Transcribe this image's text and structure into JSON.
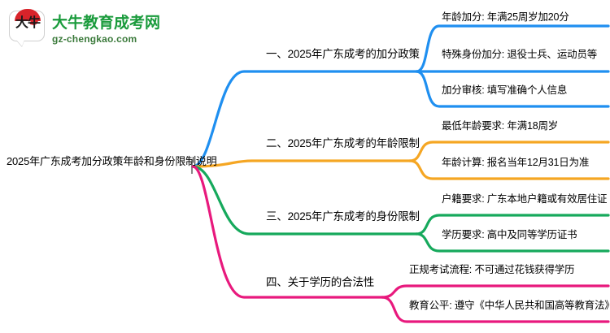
{
  "logo": {
    "mark_text": "大牛",
    "title": "大牛教育成考网",
    "subtitle": "gz-chengkao.com",
    "brand_green": "#1a9b3c",
    "brand_red": "#d8232a"
  },
  "mindmap": {
    "root": {
      "label": "2025年广东成考加分政策年龄和身份限制说明"
    },
    "branches": [
      {
        "label": "一、2025年广东成考的加分政策",
        "color": "#1f8ff0",
        "leaves": [
          {
            "label": "年龄加分: 年满25周岁加20分"
          },
          {
            "label": "特殊身份加分: 退役士兵、运动员等"
          },
          {
            "label": "加分审核: 填写准确个人信息"
          }
        ]
      },
      {
        "label": "二、2025年广东成考的年龄限制",
        "color": "#f5a623",
        "leaves": [
          {
            "label": "最低年龄要求: 年满18周岁"
          },
          {
            "label": "年龄计算: 报名当年12月31日为准"
          }
        ]
      },
      {
        "label": "三、2025年广东成考的身份限制",
        "color": "#16a95c",
        "leaves": [
          {
            "label": "户籍要求: 广东本地户籍或有效居住证"
          },
          {
            "label": "学历要求: 高中及同等学历证书"
          }
        ]
      },
      {
        "label": "四、关于学历的合法性",
        "color": "#e8197d",
        "leaves": [
          {
            "label": "正规考试流程: 不可通过花钱获得学历"
          },
          {
            "label": "教育公平: 遵守《中华人民共和国高等教育法》"
          }
        ]
      }
    ]
  }
}
